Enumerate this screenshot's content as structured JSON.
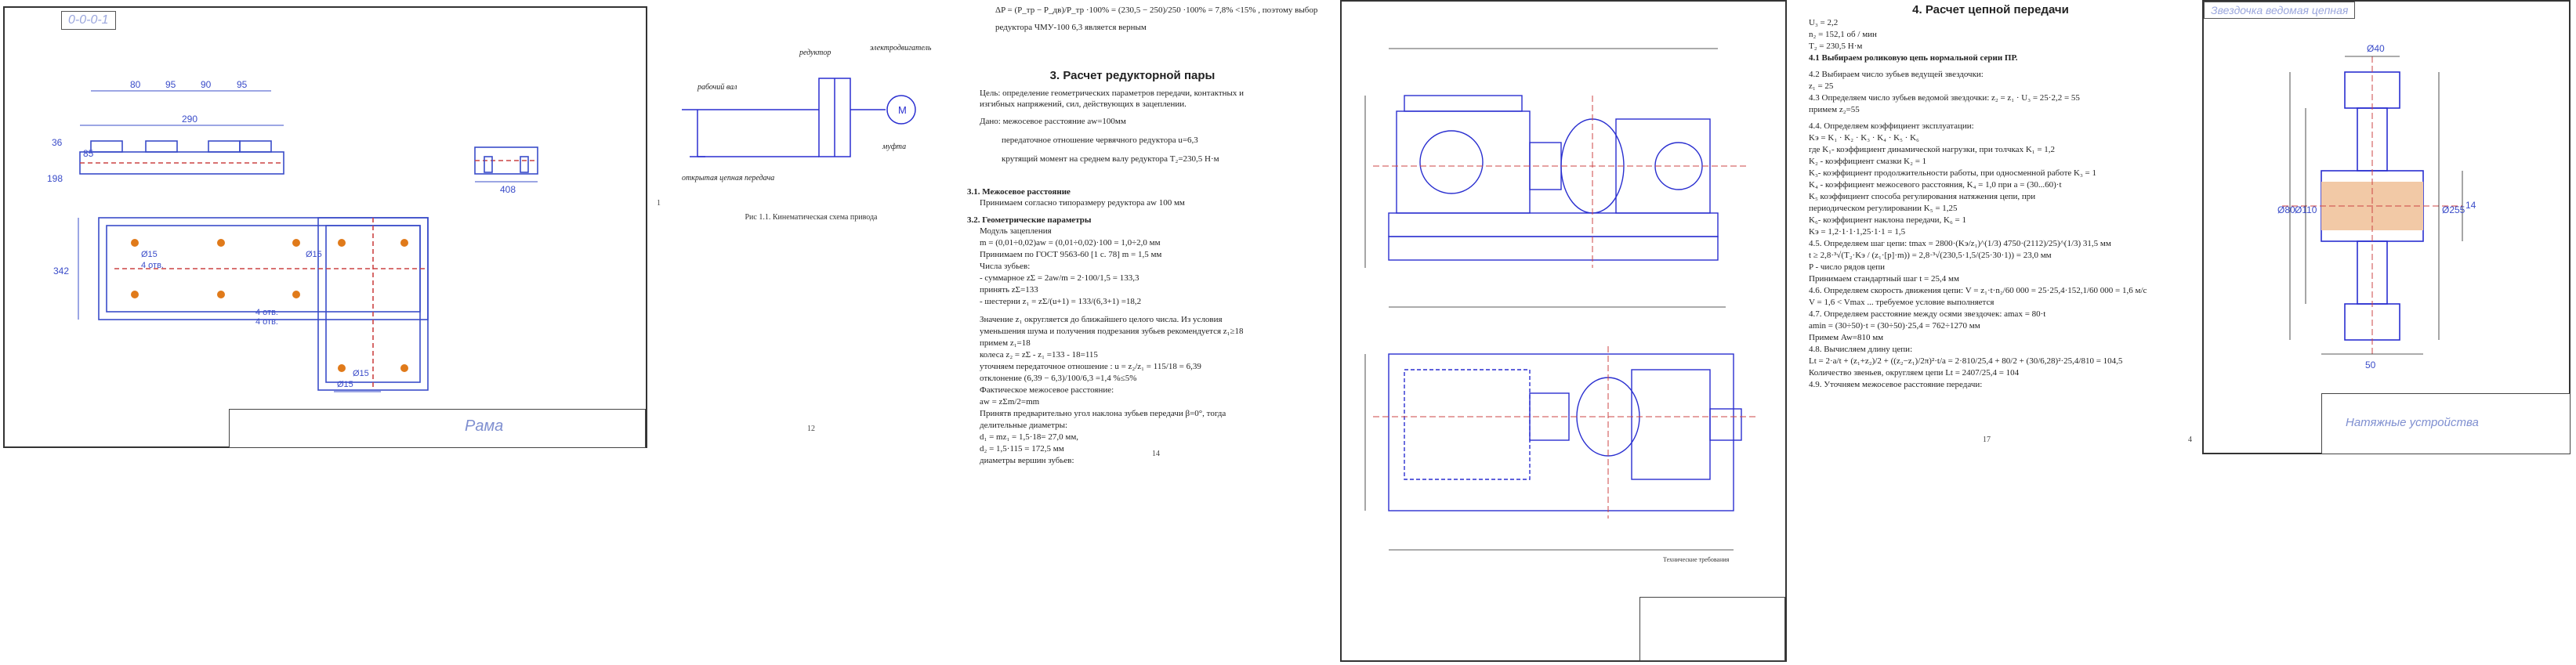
{
  "sheet1": {
    "corner_label": "0-0-0-1",
    "stamp_title": "Рама",
    "dims": [
      "80",
      "95",
      "90",
      "95",
      "290",
      "198",
      "408",
      "36",
      "85",
      "342",
      "Ø15",
      "Ø15",
      "4 отв.",
      "4 отв.",
      "Ø15",
      "4 отв.",
      "Ø15"
    ],
    "page_number": "1"
  },
  "page_kinematic": {
    "labels": [
      "редуктор",
      "электродвигатель",
      "рабочий вал",
      "муфта",
      "открытая цепная передача"
    ],
    "motor_symbol": "M",
    "caption": "Рис 1.1. Кинематическая схема привода",
    "page_number": "12"
  },
  "page_reducer": {
    "top_formula": "ΔP = (P_тр − P_дв)/P_тр ·100% = (230,5 − 250)/250 ·100% = 7,8% <15% , поэтому выбор",
    "top_formula_2": "редуктора ЧМУ-100 6,3 является верным",
    "title": "3. Расчет редукторной пары",
    "goal": "Цель: определение геометрических параметров передачи, контактных и",
    "goal_2": "изгибных напряжений, сил, действующих в зацеплении.",
    "given_header": "Дано: межосевое расстояние aw=100мм",
    "given_1": "передаточное отношение червячного редуктора u=6,3",
    "given_2": "крутящий момент на среднем валу редуктора T₂=230,5 Н·м",
    "s31": "3.1.    Межосевое расстояние",
    "s31_text": "Принимаем согласно типоразмеру редуктора  aw    100 мм",
    "s32": "3.2.    Геометрические параметры",
    "lines": [
      "Модуль зацепления",
      "m = (0,01÷0,02)aw = (0,01÷0,02)·100 = 1,0÷2,0 мм",
      "Принимаем по ГОСТ 9563-60 [1 с. 78] m = 1,5 мм",
      "Числа зубьев:",
      "- суммарное zΣ = 2aw/m = 2·100/1,5 = 133,3",
      "принять zΣ=133",
      "- шестерни z₁ = zΣ/(u+1) = 133/(6,3+1) =18,2",
      "",
      "Значение z₁ округляется до ближайшего целого числа. Из условия",
      "уменьшения шума и получения подрезания зубьев рекомендуется z₁≥18",
      "примем z₁=18",
      "колеса   z₂ = zΣ - z₁ =133 - 18=115",
      "уточняем передаточное отношение : u = z₂/z₁ = 115/18 = 6,39",
      "отклонение (6,39 − 6,3)/100/6,3 =1,4 %≤5%",
      "Фактическое межосевое расстояние:",
      "aw = zΣm/2=mm",
      "Принятв предварительно угол наклона зубьев передачи β=0°, тогда",
      "делительные диаметры:",
      "d₁ = mz₁ = 1,5·18= 27,0 мм,",
      "d₂ = 1,5·115 = 172,5 мм",
      "диаметры вершин зубьев:"
    ],
    "page_number": "14"
  },
  "sheet2": {
    "stamp_note": "Технические требования",
    "page_number": ""
  },
  "page_chain": {
    "title": "4. Расчет цепной передачи",
    "lines": [
      "U₃ = 2,2",
      "n₂ = 152,1 об / мин",
      "T₂ = 230,5 Н·м",
      "4.1 Выбираем роликовую цепь нормальной серии ПР.",
      "",
      "4.2 Выбираем число зубьев ведущей звездочки:",
      "z₁ = 25",
      "4.3 Определяем число зубьев ведомой звездочки:   z₂ = z₁ · U₃ = 25·2,2 = 55",
      "примем z₂=55",
      "",
      "4.4. Определяем коэффициент эксплуатации:",
      "Kэ = K₁ · K₂ · K₃ · K₄ · K₅ · K₆",
      "где  K₁- коэффициент динамической нагрузки, при толчках  K₁ = 1,2",
      "      K₂ - коэффициент смазки  K₂ = 1",
      "      K₃- коэффициент продолжительности работы, при односменной работе K₃ = 1",
      "      K₄ - коэффициент межосевого расстояния,  K₄ = 1,0  при  a = (30...60)·t",
      "      K₅    коэффициент способа регулирования натяжения цепи, при",
      "периодическом регулировании K₅ = 1,25",
      "      K₆- коэффициент наклона передачи, K₆ = 1",
      "Kэ = 1,2·1·1·1,25·1·1 = 1,5",
      "4.5. Определяем шаг цепи: tmax = 2800·(Kэ/z₁)^(1/3)   4750·(2112)/25)^(1/3)   31,5 мм",
      "t ≥ 2,8·³√(T₂·Kэ / (z₁·[p]·m)) = 2,8·³√(230,5·1,5/(25·30·1)) = 23,0 мм",
      "P - число рядов цепи",
      "Принимаем стандартный шаг  t = 25,4 мм",
      "4.6. Определяем скорость движения цепи:  V = z₁·t·n₂/60 000 = 25·25,4·152,1/60 000 = 1,6 м/с",
      "V = 1,6 < Vmax ...  требуемое условие выполняется",
      "4.7. Определяем расстояние между осями звездочек: amax = 80·t",
      "amin = (30÷50)·t = (30÷50)·25,4 = 762÷1270 мм",
      "Примем Aw=810 мм",
      "4.8. Вычисляем длину цепи:",
      "Lt = 2·a/t + (z₁+z₂)/2 + ((z₂−z₁)/2π)²·t/a = 2·810/25,4 + 80/2 + (30/6,28)²·25,4/810 = 104,5",
      "Количество звеньев, округляем цепи  Lt = 2407/25,4 = 104",
      "4.9. Уточняем межосевое расстояние передачи:"
    ],
    "page_number": "17",
    "side_number": "4"
  },
  "sheet3": {
    "corner_label": "Звездочка ведомая цепная",
    "dims": [
      "Ø40",
      "Ø80",
      "Ø255",
      "50",
      "14",
      "Ø110"
    ],
    "stamp_title": "Натяжные устройства",
    "page_number": ""
  }
}
